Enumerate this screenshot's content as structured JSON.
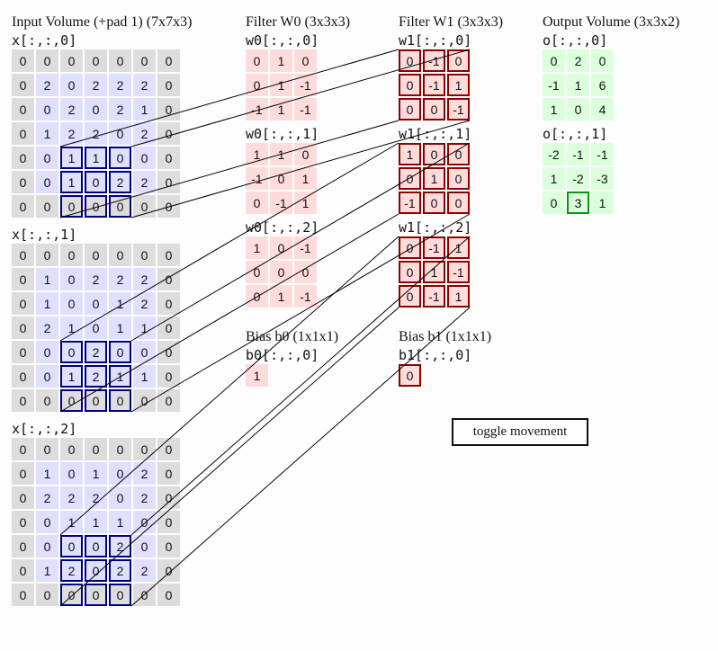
{
  "input": {
    "title": "Input Volume (+pad 1) (7x7x3)",
    "slices": [
      {
        "label": "x[:,:,0]",
        "values": [
          [
            0,
            0,
            0,
            0,
            0,
            0,
            0
          ],
          [
            0,
            2,
            0,
            2,
            2,
            2,
            0
          ],
          [
            0,
            0,
            2,
            0,
            2,
            1,
            0
          ],
          [
            0,
            1,
            2,
            2,
            0,
            2,
            0
          ],
          [
            0,
            0,
            1,
            1,
            0,
            0,
            0
          ],
          [
            0,
            0,
            1,
            0,
            2,
            2,
            0
          ],
          [
            0,
            0,
            0,
            0,
            0,
            0,
            0
          ]
        ]
      },
      {
        "label": "x[:,:,1]",
        "values": [
          [
            0,
            0,
            0,
            0,
            0,
            0,
            0
          ],
          [
            0,
            1,
            0,
            2,
            2,
            2,
            0
          ],
          [
            0,
            1,
            0,
            0,
            1,
            2,
            0
          ],
          [
            0,
            2,
            1,
            0,
            1,
            1,
            0
          ],
          [
            0,
            0,
            0,
            2,
            0,
            0,
            0
          ],
          [
            0,
            0,
            1,
            2,
            1,
            1,
            0
          ],
          [
            0,
            0,
            0,
            0,
            0,
            0,
            0
          ]
        ]
      },
      {
        "label": "x[:,:,2]",
        "values": [
          [
            0,
            0,
            0,
            0,
            0,
            0,
            0
          ],
          [
            0,
            1,
            0,
            1,
            0,
            2,
            0
          ],
          [
            0,
            2,
            2,
            2,
            0,
            2,
            0
          ],
          [
            0,
            0,
            1,
            1,
            1,
            0,
            0
          ],
          [
            0,
            0,
            0,
            0,
            2,
            0,
            0
          ],
          [
            0,
            1,
            2,
            0,
            2,
            2,
            0
          ],
          [
            0,
            0,
            0,
            0,
            0,
            0,
            0
          ]
        ]
      }
    ]
  },
  "filter0": {
    "title": "Filter W0 (3x3x3)",
    "slices": [
      {
        "label": "w0[:,:,0]",
        "values": [
          [
            "0",
            "1",
            "0"
          ],
          [
            "0",
            "1",
            "-1"
          ],
          [
            "-1",
            "1",
            "-1"
          ]
        ]
      },
      {
        "label": "w0[:,:,1]",
        "values": [
          [
            "1",
            "1",
            "0"
          ],
          [
            "-1",
            "0",
            "1"
          ],
          [
            "0",
            "-1",
            "1"
          ]
        ]
      },
      {
        "label": "w0[:,:,2]",
        "values": [
          [
            "1",
            "0",
            "-1"
          ],
          [
            "0",
            "0",
            "0"
          ],
          [
            "0",
            "1",
            "-1"
          ]
        ]
      }
    ],
    "bias_title": "Bias b0 (1x1x1)",
    "bias_label": "b0[:,:,0]",
    "bias_value": "1"
  },
  "filter1": {
    "title": "Filter W1 (3x3x3)",
    "slices": [
      {
        "label": "w1[:,:,0]",
        "values": [
          [
            "0",
            "-1",
            "0"
          ],
          [
            "0",
            "-1",
            "1"
          ],
          [
            "0",
            "0",
            "-1"
          ]
        ]
      },
      {
        "label": "w1[:,:,1]",
        "values": [
          [
            "1",
            "0",
            "0"
          ],
          [
            "0",
            "1",
            "0"
          ],
          [
            "-1",
            "0",
            "0"
          ]
        ]
      },
      {
        "label": "w1[:,:,2]",
        "values": [
          [
            "0",
            "-1",
            "1"
          ],
          [
            "0",
            "1",
            "-1"
          ],
          [
            "0",
            "-1",
            "1"
          ]
        ]
      }
    ],
    "bias_title": "Bias b1 (1x1x1)",
    "bias_label": "b1[:,:,0]",
    "bias_value": "0"
  },
  "output": {
    "title": "Output Volume (3x3x2)",
    "slices": [
      {
        "label": "o[:,:,0]",
        "values": [
          [
            "0",
            "2",
            "0"
          ],
          [
            "-1",
            "1",
            "6"
          ],
          [
            "1",
            "0",
            "4"
          ]
        ]
      },
      {
        "label": "o[:,:,1]",
        "values": [
          [
            "-2",
            "-1",
            "-1"
          ],
          [
            "1",
            "-2",
            "-3"
          ],
          [
            "0",
            "3",
            "1"
          ]
        ]
      }
    ]
  },
  "highlight": {
    "input_row": 4,
    "input_col": 2,
    "size": 3,
    "filter": 1,
    "output_slice": 1,
    "output_row": 2,
    "output_col": 1
  },
  "toggle_label": "toggle movement",
  "colors": {
    "input_blue": "#00007f",
    "filter_red": "#8f0000",
    "output_green": "#00990f",
    "line": "#000000"
  }
}
